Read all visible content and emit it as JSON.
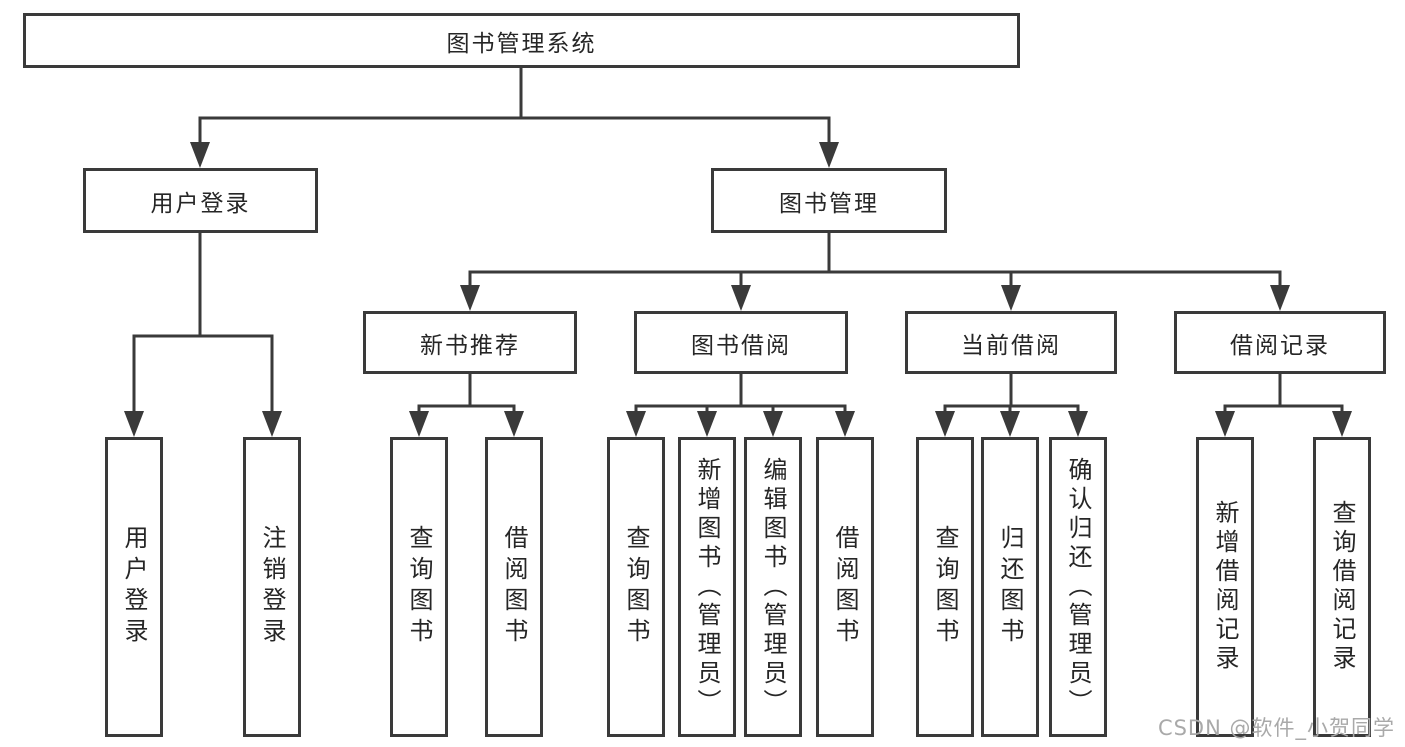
{
  "title": "图书管理系统",
  "nodes": {
    "root": "图书管理系统",
    "user_login": "用户登录",
    "book_management": "图书管理",
    "new_book_recommend": "新书推荐",
    "book_borrow": "图书借阅",
    "current_borrow": "当前借阅",
    "borrow_records": "借阅记录",
    "leaves": {
      "user": [
        "用户登录",
        "注销登录"
      ],
      "recommend": [
        "查询图书",
        "借阅图书"
      ],
      "borrow": [
        "查询图书",
        "新增图书（管理员）",
        "编辑图书（管理员）",
        "借阅图书"
      ],
      "current": [
        "查询图书",
        "归还图书",
        "确认归还（管理员）"
      ],
      "records": [
        "新增借阅记录",
        "查询借阅记录"
      ]
    }
  },
  "watermark": "CSDN @软件_小贺同学",
  "colors": {
    "line": "#3a3a3a",
    "text": "#262626",
    "background": "#ffffff",
    "watermark": "#a9a9a9"
  }
}
